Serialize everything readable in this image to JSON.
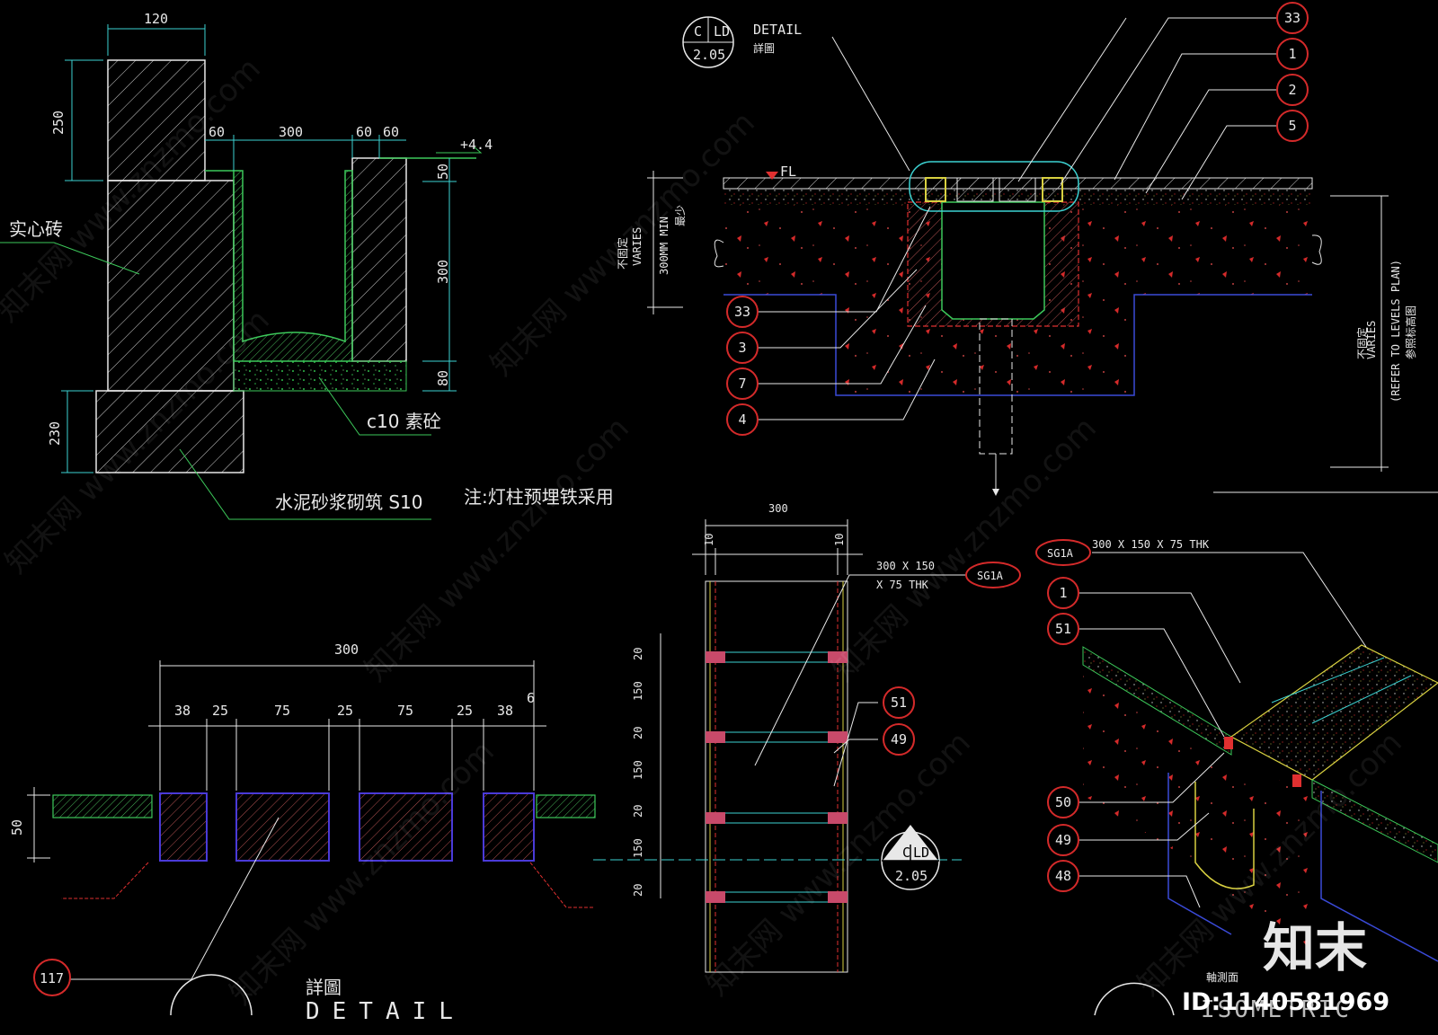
{
  "left_section": {
    "dims": {
      "d120": "120",
      "d250": "250",
      "d60a": "60",
      "d300": "300",
      "d60b": "60",
      "d60c": "60",
      "elev": "+4.4",
      "d50": "50",
      "d300v": "300",
      "d80": "80",
      "d230": "230"
    },
    "labels": {
      "solid_brick": "实心砖",
      "c10": "c10 素砼",
      "mortar": "水泥砂浆砌筑 S10",
      "note": "注:灯柱预埋铁采用"
    }
  },
  "top_detail": {
    "callout": {
      "top_left": "C",
      "top_right": "LD",
      "bottom": "2.05"
    },
    "title_en": "DETAIL",
    "title_cn": "詳圖",
    "fl": "FL",
    "left_dim": {
      "cn": "不固定",
      "en": "VARIES",
      "min": "300MM MIN",
      "cn2": "最少"
    },
    "right_dim": {
      "cn": "不固定",
      "en": "VARIES",
      "ref": "(REFER TO LEVELS PLAN)",
      "cn2": "参照标高图"
    },
    "bubbles_right": [
      "33",
      "1",
      "2",
      "5"
    ],
    "bubbles_left": [
      "33",
      "3",
      "7",
      "4"
    ]
  },
  "bottom_left": {
    "overall": "300",
    "segments": [
      "38",
      "25",
      "75",
      "25",
      "75",
      "25",
      "38"
    ],
    "six": "6",
    "height": "50",
    "bubble": "117",
    "title_cn": "詳圖",
    "title_en": "DETAIL"
  },
  "plan": {
    "overall": "300",
    "left10": "10",
    "right10": "10",
    "spec1": "300 X 150",
    "spec2": "X 75 THK",
    "tag": "SG1A",
    "v_dims": [
      "20",
      "150",
      "20",
      "150",
      "20",
      "150",
      "20"
    ],
    "bubbles": [
      "51",
      "49"
    ],
    "callout": {
      "top_left": "C",
      "top_right": "LD",
      "bottom": "2.05"
    }
  },
  "iso": {
    "tag": "SG1A",
    "spec": "300 X 150 X 75 THK",
    "bubbles": [
      "1",
      "51",
      "50",
      "49",
      "48"
    ],
    "title_cn": "軸測面",
    "title_en": "ISOMETRIC"
  },
  "branding": {
    "watermark": "知末网 www.znzmo.com",
    "logo": "知末",
    "id": "ID:1140581969"
  },
  "colors": {
    "background": "#000000",
    "bubble": "#d42a2a",
    "green": "#3cc85a",
    "cyan": "#3cd2d2",
    "blue": "#3a4ad8",
    "red": "#e03030",
    "yellow": "#d8d040",
    "white": "#e8e8e8"
  }
}
